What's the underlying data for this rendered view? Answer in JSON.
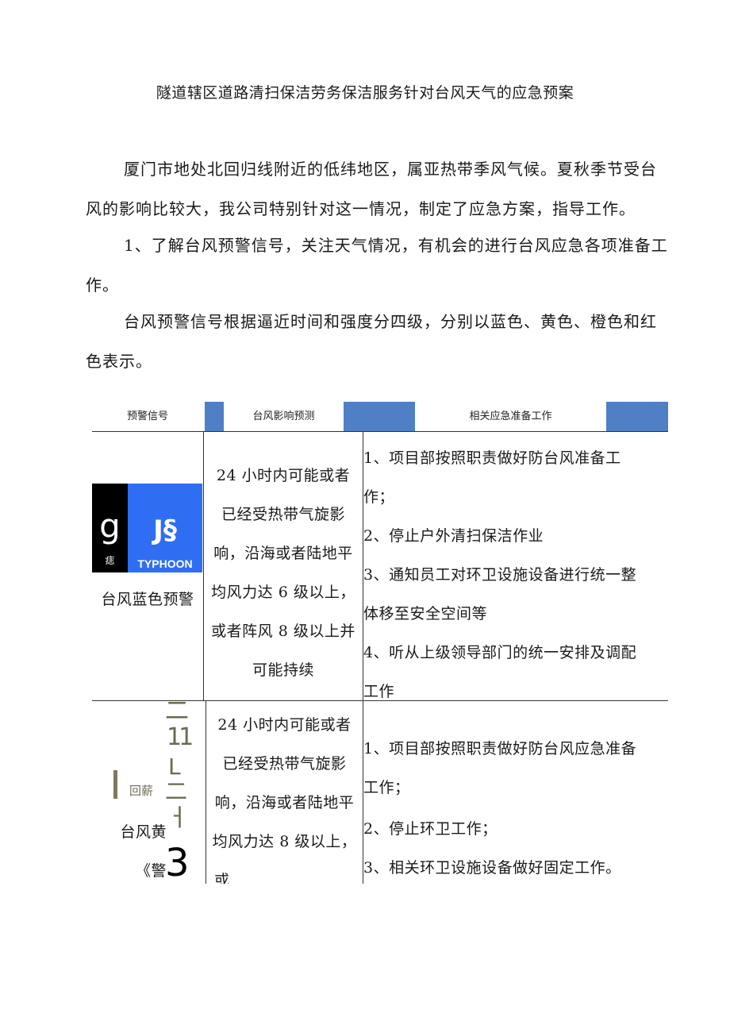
{
  "doc": {
    "title": "隧道辖区道路清扫保洁劳务保洁服务针对台风天气的应急预案",
    "intro": "厦门市地处北回归线附近的低纬地区，属亚热带季风气候。夏秋季节受台风的影响比较大，我公司特别针对这一情况，制定了应急方案，指导工作。",
    "item1": "1、了解台风预警信号，关注天气情况，有机会的进行台风应急各项准备工作。",
    "signal_intro": "台风预警信号根据逼近时间和强度分四级，分别以蓝色、黄色、橙色和红色表示。"
  },
  "table": {
    "headers": [
      "预警信号",
      "台风影响预测",
      "相关应急准备工作"
    ],
    "colors": {
      "header_block": "#4f7fc4",
      "icon_blue": "#2f6ef2",
      "icon_black": "#000000"
    },
    "rows": [
      {
        "icon": {
          "left_glyph": "g",
          "left_small": "痣",
          "right_glyph": "J§",
          "right_sub": "TYPHOON"
        },
        "signal_label": "台风蓝色预警",
        "forecast": [
          "24 小时内可能或者",
          "已经受热带气旋影",
          "响，沿海或者陆地平",
          "均风力达 6 级以上，",
          "或者阵风 8 级以上并",
          "可能持续"
        ],
        "actions": [
          "1、项目部按照职责做好防台风准备工",
          "作；",
          "2、停止户外清扫保洁作业",
          "3、通知员工对环卫设施设备进行统一整",
          "体移至安全空间等",
          "4、听从上级领导部门的统一安排及调配",
          "工作"
        ]
      },
      {
        "icon": {
          "small_text": "回薪",
          "art": [
            "二",
            "11",
            "L",
            "二",
            "ㅓ",
            "3"
          ]
        },
        "signal_label_parts": [
          "台风黄",
          "《警"
        ],
        "forecast": [
          "24 小时内可能或者",
          "已经受热带气旋影",
          "响，沿海或者陆地平",
          "均风力达 8 级以上，",
          "或"
        ],
        "actions": [
          "1、项目部按照职责做好防台风应急准备",
          "工作；",
          "2、停止环卫工作；",
          "3、相关环卫设施设备做好固定工作。"
        ]
      }
    ]
  }
}
